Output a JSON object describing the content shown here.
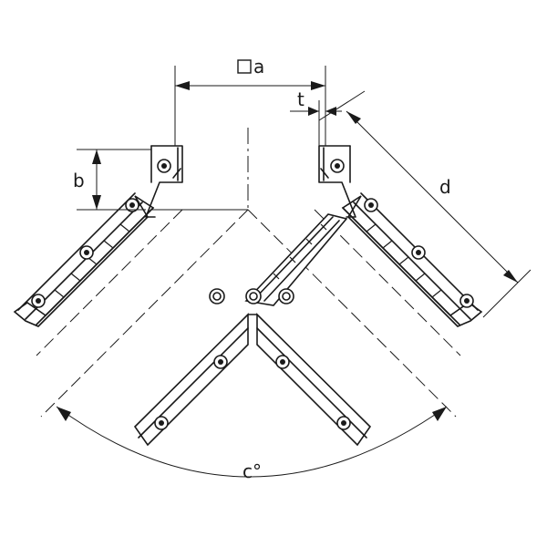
{
  "labels": {
    "a": "a",
    "t": "t",
    "b": "b",
    "d": "d",
    "c": "c°"
  },
  "colors": {
    "line": "#1a1a1a",
    "background": "#ffffff"
  }
}
